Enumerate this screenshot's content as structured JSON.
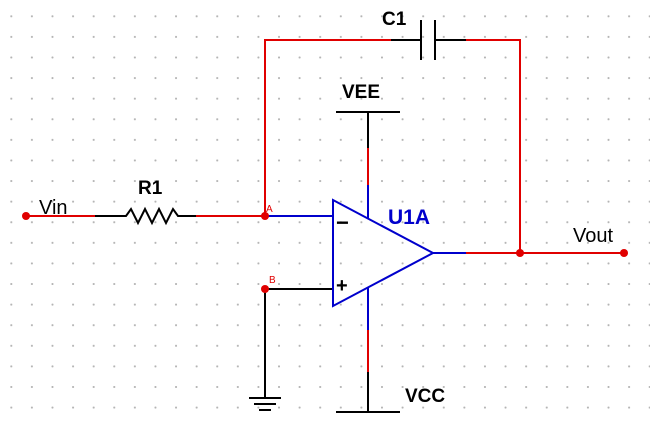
{
  "labels": {
    "c1": "C1",
    "r1": "R1",
    "vee": "VEE",
    "vcc": "VCC",
    "u1a": "U1A",
    "vin": "Vin",
    "vout": "Vout",
    "node_a": "A",
    "node_b": "B",
    "minus": "−",
    "plus": "+"
  },
  "colors": {
    "wire": "#e00000",
    "component": "#000000",
    "opamp": "#0000cc",
    "label": "#000000",
    "node_label": "#e00000",
    "background": "#ffffff",
    "grid_dot": "#b4b4b4"
  }
}
